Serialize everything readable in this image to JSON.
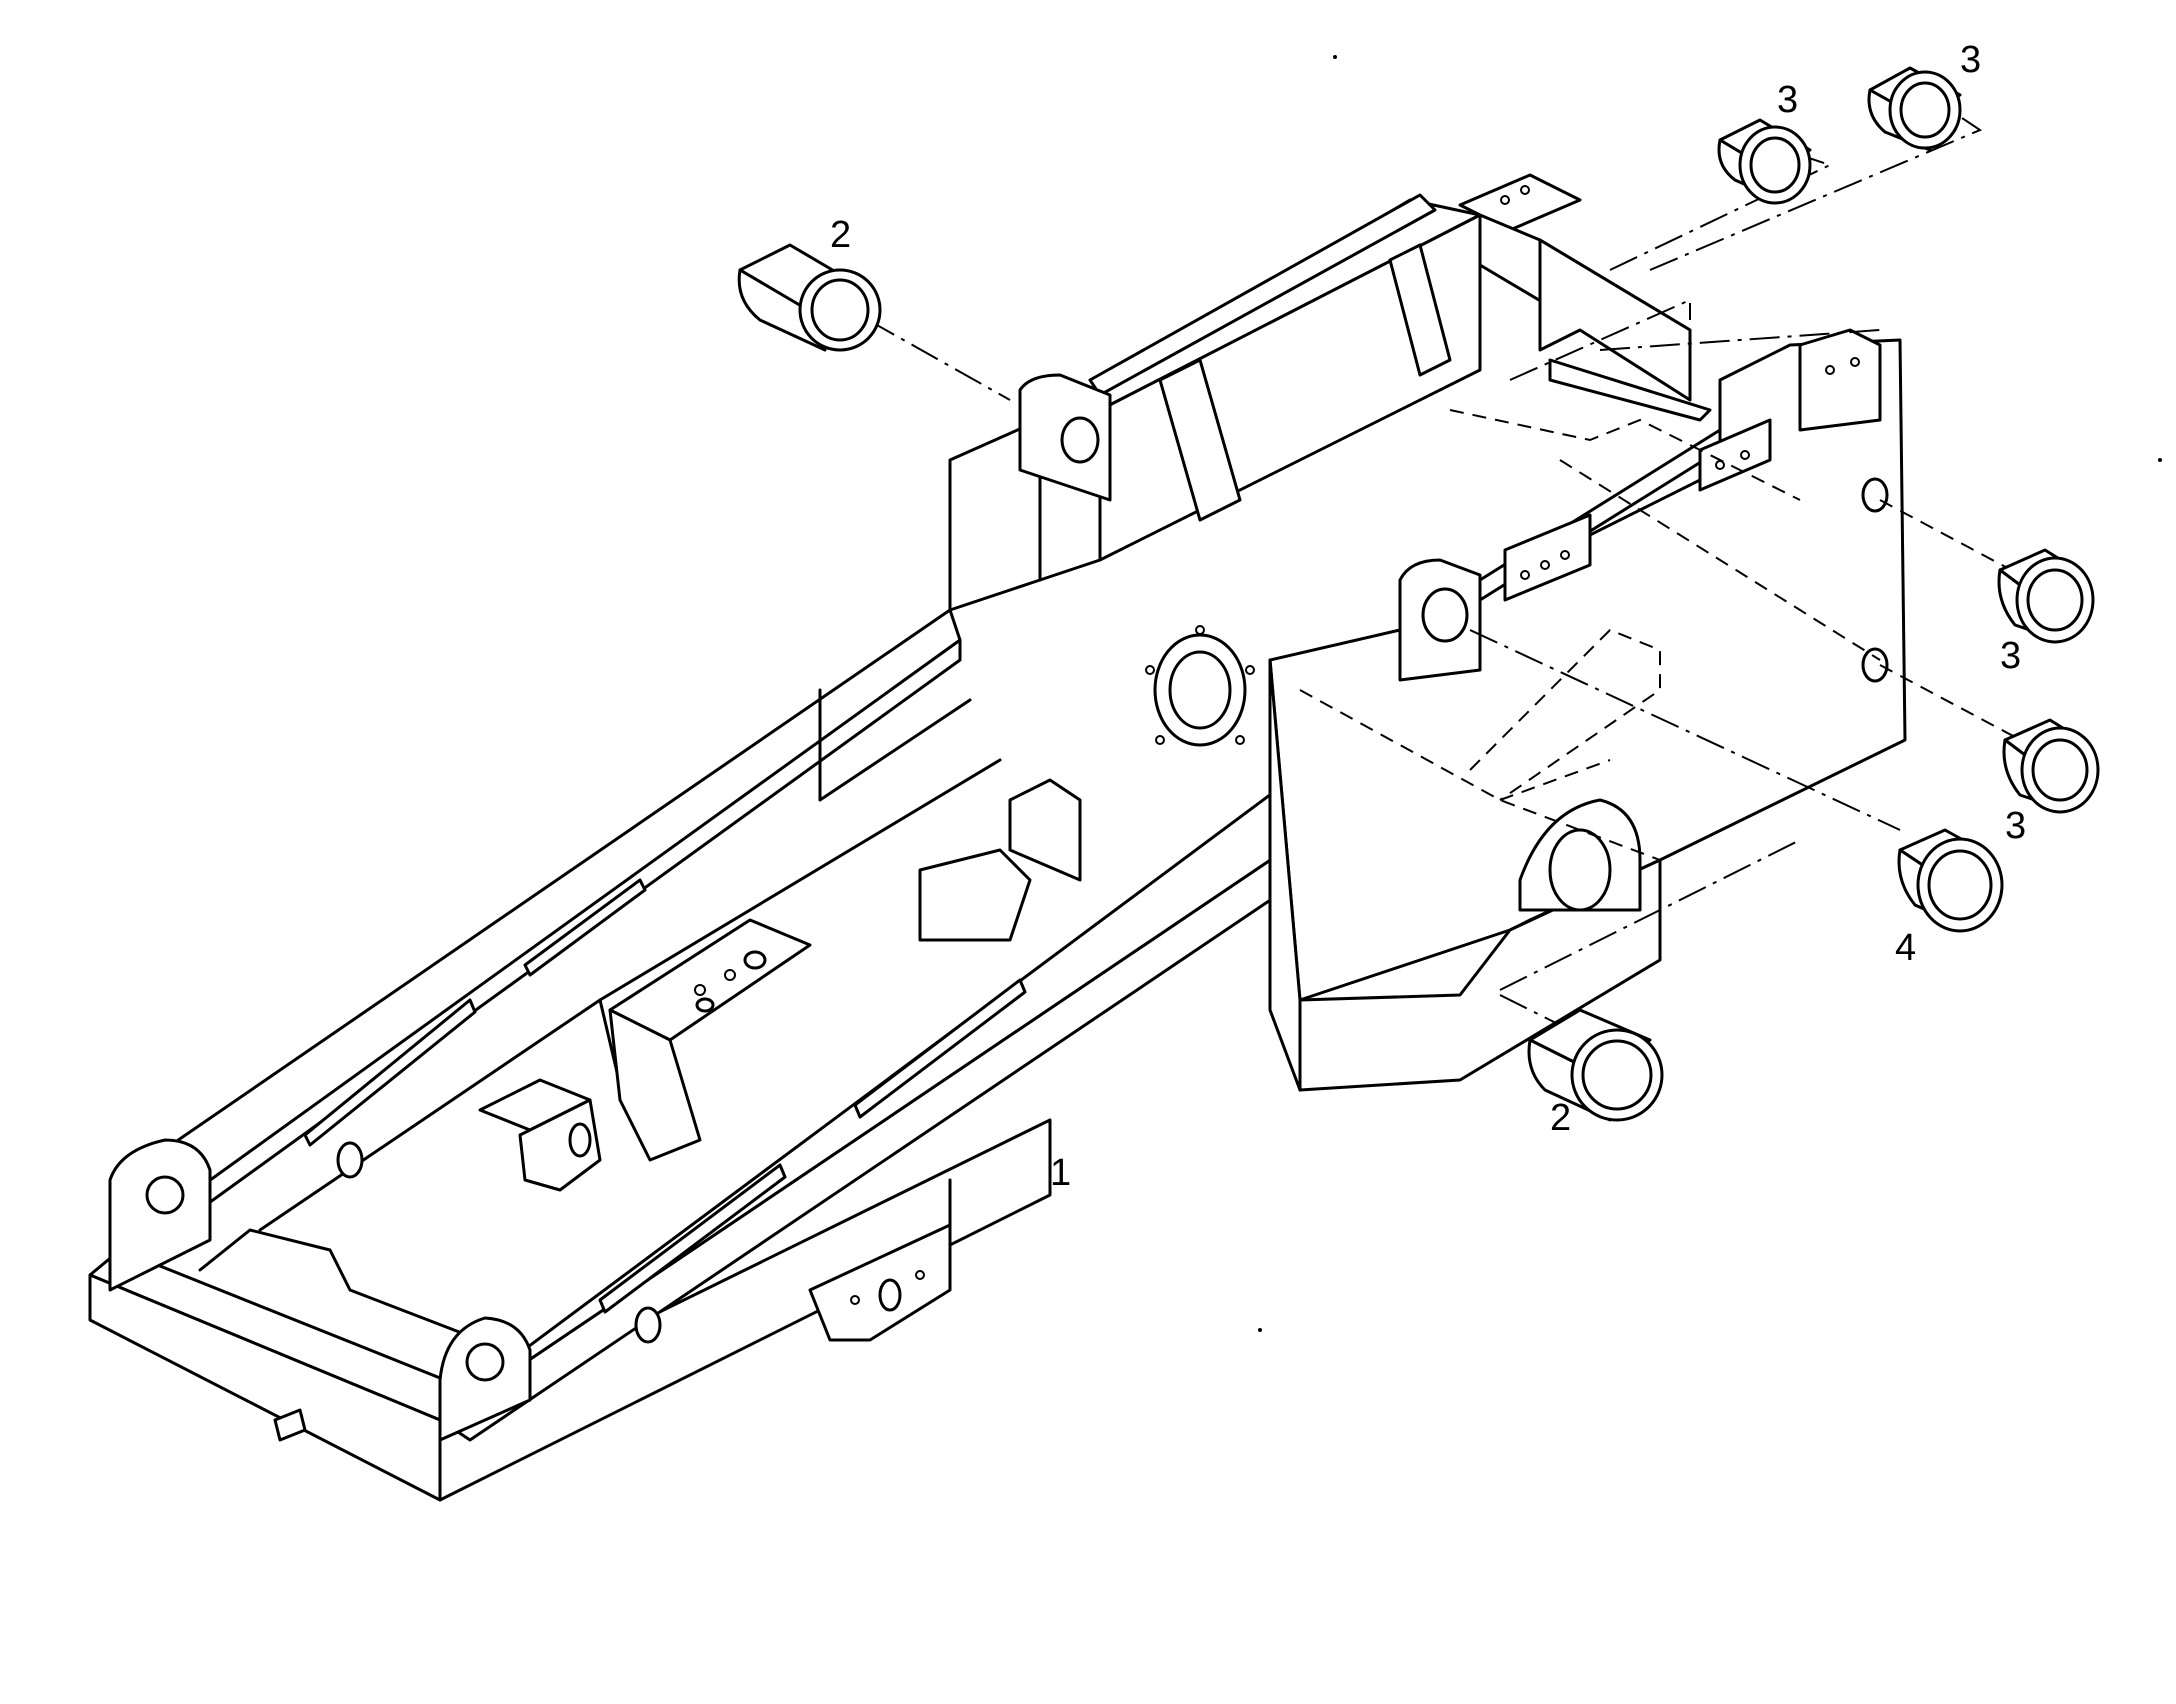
{
  "callouts": [
    {
      "id": "callout-1",
      "label": "1"
    },
    {
      "id": "callout-2-upper",
      "label": "2"
    },
    {
      "id": "callout-2-lower",
      "label": "2"
    },
    {
      "id": "callout-3-top-left",
      "label": "3"
    },
    {
      "id": "callout-3-top-right",
      "label": "3"
    },
    {
      "id": "callout-3-right-upper",
      "label": "3"
    },
    {
      "id": "callout-3-right-lower",
      "label": "3"
    },
    {
      "id": "callout-4",
      "label": "4"
    }
  ],
  "colors": {
    "line": "#000000",
    "background": "#ffffff"
  }
}
